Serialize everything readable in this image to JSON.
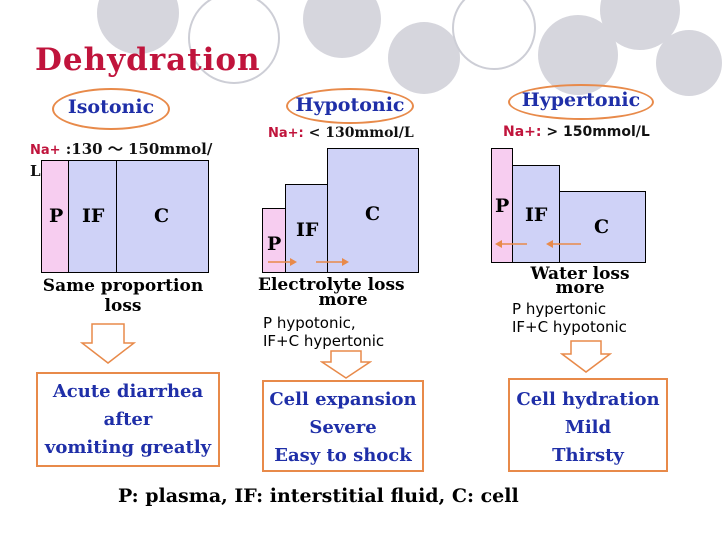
{
  "title": "Dehydration",
  "columns": {
    "isotonic": {
      "label": "Isotonic",
      "na_key": "Na+",
      "na_value": " :130 ～ 150mmol/",
      "na_value_2": "L",
      "compartments": {
        "p": "P",
        "if": "IF",
        "c": "C"
      },
      "caption_1": "Same proportion",
      "caption_2": "loss",
      "result": [
        "Acute diarrhea",
        "after",
        "vomiting greatly"
      ]
    },
    "hypotonic": {
      "label": "Hypotonic",
      "na_key": "Na+:",
      "na_value": " < 130mmol/L",
      "compartments": {
        "p": "P",
        "if": "IF",
        "c": "C"
      },
      "caption_1": "Electrolyte loss",
      "caption_2": "more",
      "note_1": "P   hypotonic,",
      "note_2": "IF+C   hypertonic",
      "result": [
        "Cell expansion",
        "Severe",
        "Easy to shock"
      ]
    },
    "hypertonic": {
      "label": "Hypertonic",
      "na_key": "Na+:",
      "na_value": " > 150mmol/L",
      "compartments": {
        "p": "P",
        "if": "IF",
        "c": "C"
      },
      "caption_1": "Water loss",
      "caption_2": "more",
      "note_1": "P hypertonic",
      "note_2": "IF+C   hypotonic",
      "result": [
        "Cell hydration",
        "Mild",
        "Thirsty"
      ]
    }
  },
  "legend": "P: plasma,  IF:  interstitial fluid, C: cell",
  "colors": {
    "title": "#c0143c",
    "label": "#1f2fa8",
    "oval_border": "#e88a4a",
    "plasma": "#f7cdf0",
    "fluid": "#cfd2f7",
    "arrow": "#e88a4a",
    "deco_circle": "#d6d6dd"
  }
}
